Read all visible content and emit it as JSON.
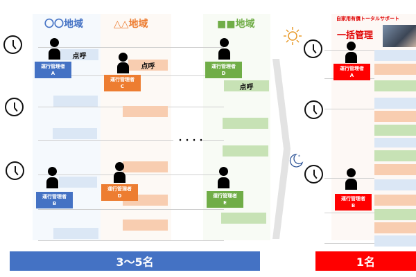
{
  "regions": {
    "blue": "〇〇地域",
    "orange": "△△地域",
    "green": "■■地域"
  },
  "roll_call": "点呼",
  "ellipsis": "・・・・",
  "managers": {
    "a": [
      "運行管理者",
      "A"
    ],
    "b": [
      "運行管理者",
      "B"
    ],
    "c": [
      "運行管理者",
      "C"
    ],
    "d": [
      "運行管理者",
      "D"
    ],
    "e": [
      "運行管理者",
      "E"
    ]
  },
  "right": {
    "tagline": "自家用有償トータルサポート",
    "title": "一括管理"
  },
  "footer": {
    "left": "3〜5名",
    "right": "1名"
  },
  "colors": {
    "blue": "#4472c4",
    "orange": "#ed7d31",
    "green": "#70ad47",
    "red": "#ff0000"
  }
}
